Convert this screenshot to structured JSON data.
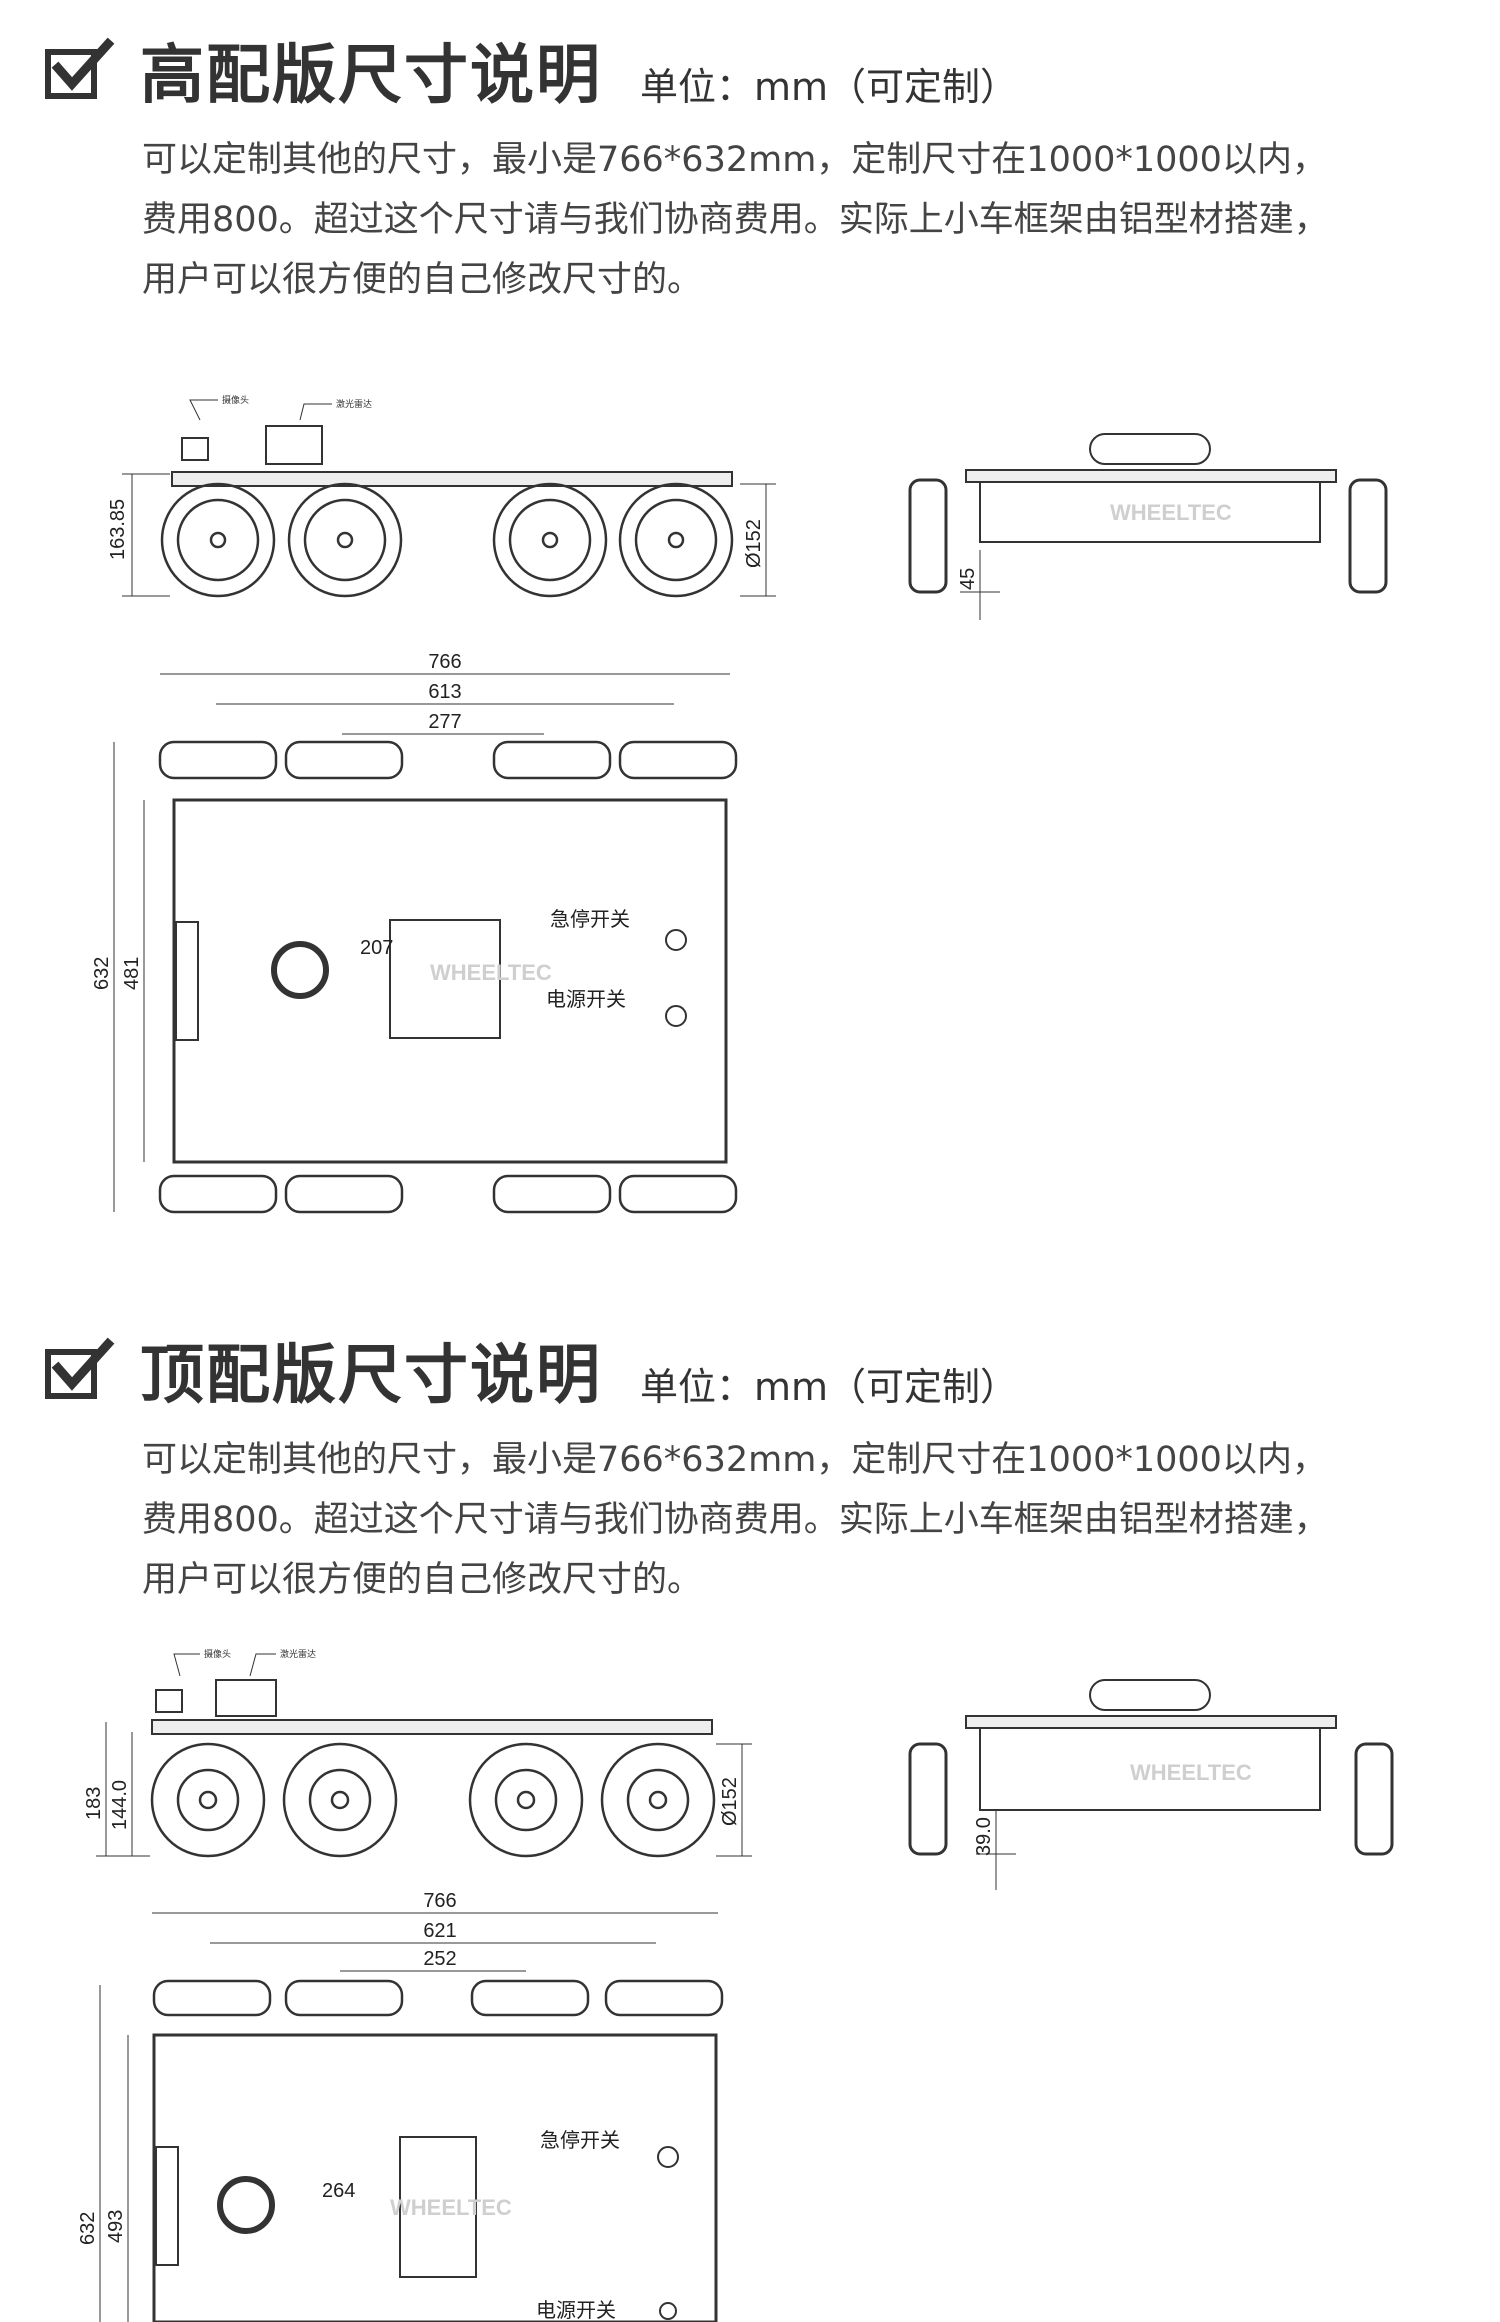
{
  "sections": [
    {
      "title": "高配版尺寸说明",
      "unit": "单位：mm（可定制）",
      "desc": [
        "可以定制其他的尺寸，最小是766*632mm，定制尺寸在1000*1000以内，",
        "费用800。超过这个尺寸请与我们协商费用。实际上小车框架由铝型材搭建，",
        "用户可以很方便的自己修改尺寸的。"
      ],
      "side_view": {
        "camera": "摄像头",
        "lidar": "激光雷达",
        "height": "163.85",
        "wheel_dia": "Ø152"
      },
      "front_view": {
        "clearance": "45",
        "watermark": "WHEELTEC"
      },
      "top_view": {
        "overall": "766",
        "outer_axle": "613",
        "inner_axle": "277",
        "length": "632",
        "inner_length": "481",
        "lidar_dim": "207",
        "estop": "急停开关",
        "power": "电源开关",
        "watermark": "WHEELTEC"
      }
    },
    {
      "title": "顶配版尺寸说明",
      "unit": "单位：mm（可定制）",
      "desc": [
        "可以定制其他的尺寸，最小是766*632mm，定制尺寸在1000*1000以内，",
        "费用800。超过这个尺寸请与我们协商费用。实际上小车框架由铝型材搭建，",
        "用户可以很方便的自己修改尺寸的。"
      ],
      "side_view": {
        "camera": "摄像头",
        "lidar": "激光雷达",
        "height": "183",
        "height2": "144.0",
        "wheel_dia": "Ø152"
      },
      "front_view": {
        "clearance": "39.0",
        "watermark": "WHEELTEC"
      },
      "top_view": {
        "overall": "766",
        "outer_axle": "621",
        "inner_axle": "252",
        "length": "632",
        "inner_length": "493",
        "lidar_dim": "264",
        "estop": "急停开关",
        "power": "电源开关",
        "watermark": "WHEELTEC"
      }
    }
  ],
  "colors": {
    "line": "#333333",
    "text": "#333333"
  }
}
